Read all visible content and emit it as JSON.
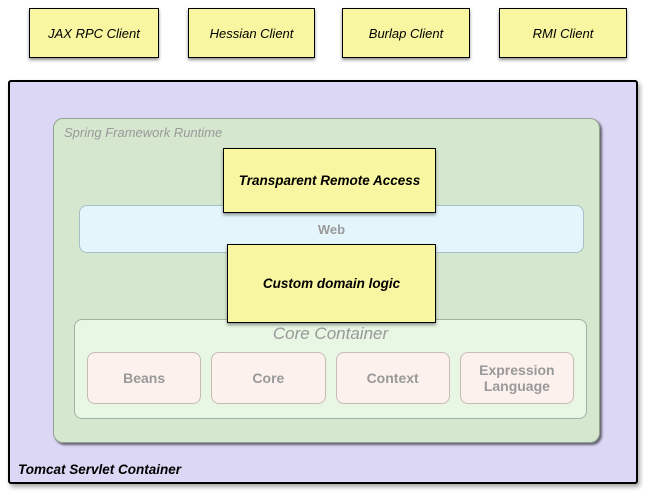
{
  "clients": [
    {
      "label": "JAX RPC Client"
    },
    {
      "label": "Hessian Client"
    },
    {
      "label": "Burlap Client"
    },
    {
      "label": "RMI Client"
    }
  ],
  "tomcat": {
    "label": "Tomcat Servlet Container",
    "runtime": {
      "label": "Spring Framework Runtime",
      "transparent_remote_access_label": "Transparent Remote Access",
      "web_label": "Web",
      "custom_domain_logic_label": "Custom domain logic",
      "core_container": {
        "title": "Core Container",
        "modules": [
          "Beans",
          "Core",
          "Context",
          "Expression Language"
        ]
      }
    }
  },
  "colors": {
    "client_box_fill": "#F9F6A1",
    "tomcat_fill": "#DCD7F4",
    "runtime_fill": "#D5E7CF",
    "web_fill": "#E4F5FC",
    "core_fill": "#E8F6E4",
    "module_fill": "#FCF1EC",
    "muted_text": "#999999",
    "box_border": "#000000"
  }
}
